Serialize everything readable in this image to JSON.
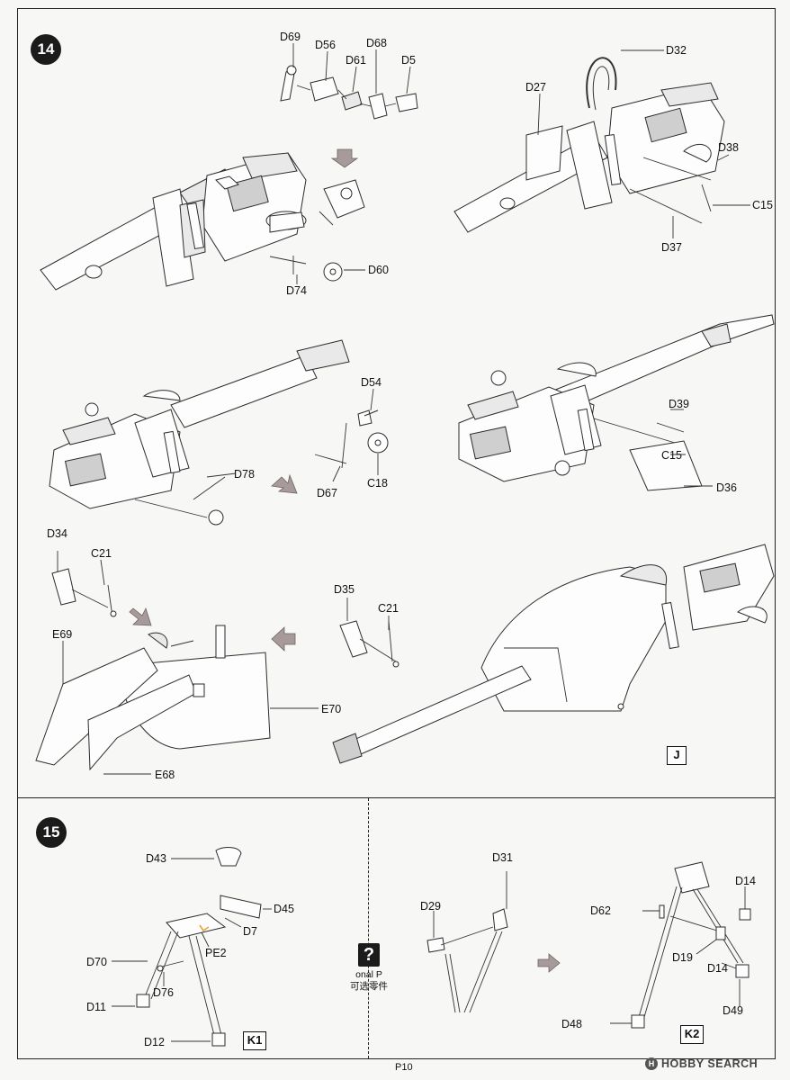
{
  "page": {
    "number": "P10"
  },
  "steps": [
    {
      "number": "14"
    },
    {
      "number": "15"
    }
  ],
  "step14": {
    "labels": [
      "D69",
      "D56",
      "D61",
      "D68",
      "D5",
      "D60",
      "D74",
      "D32",
      "D27",
      "D38",
      "C15",
      "D37",
      "D54",
      "D67",
      "C18",
      "D78",
      "D39",
      "C15",
      "D36",
      "D34",
      "C21",
      "E69",
      "E70",
      "E68",
      "D35",
      "C21"
    ],
    "box_label": "J"
  },
  "step15": {
    "left_labels": [
      "D43",
      "D45",
      "D7",
      "PE2",
      "D70",
      "D76",
      "D11",
      "D12"
    ],
    "left_box": "K1",
    "right_labels": [
      "D31",
      "D29",
      "D14",
      "D62",
      "D19",
      "D14",
      "D49",
      "D48"
    ],
    "right_box": "K2",
    "optional": {
      "icon": "?",
      "text_en": "onal P",
      "text_cn": "可选零件"
    }
  },
  "watermark": {
    "logo": "H",
    "text": "HOBBY SEARCH"
  },
  "colors": {
    "ink": "#111111",
    "paper": "#f7f7f5",
    "arrow": "#a79a9a",
    "pe_part": "#e8a33c"
  }
}
